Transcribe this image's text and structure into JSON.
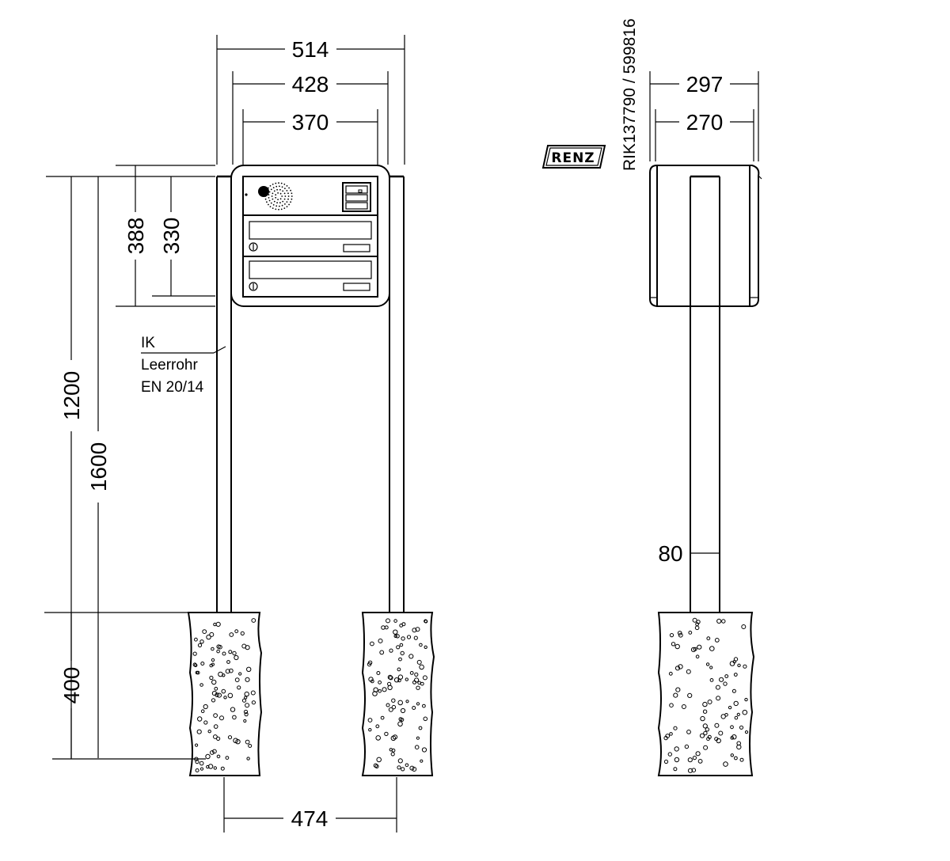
{
  "dimensions": {
    "overall_width": "514",
    "housing_width": "428",
    "inner_width": "370",
    "housing_height": "388",
    "inner_height": "330",
    "mount_height": "1200",
    "total_height": "1600",
    "foundation_depth": "400",
    "post_spacing": "474",
    "side_overall_depth": "297",
    "side_inner_depth": "270",
    "post_width": "80"
  },
  "annotations": {
    "cable_line1": "IK",
    "cable_line2": "Leerrohr",
    "cable_line3": "EN 20/14"
  },
  "article_number": "RIK137790 / 599816",
  "logo": "RENZ",
  "icons": {
    "speaker": "speaker-grille-icon",
    "bell_buttons": "bell-button-panel-icon",
    "lock": "lock-icon",
    "logo": "renz-logo-icon"
  }
}
